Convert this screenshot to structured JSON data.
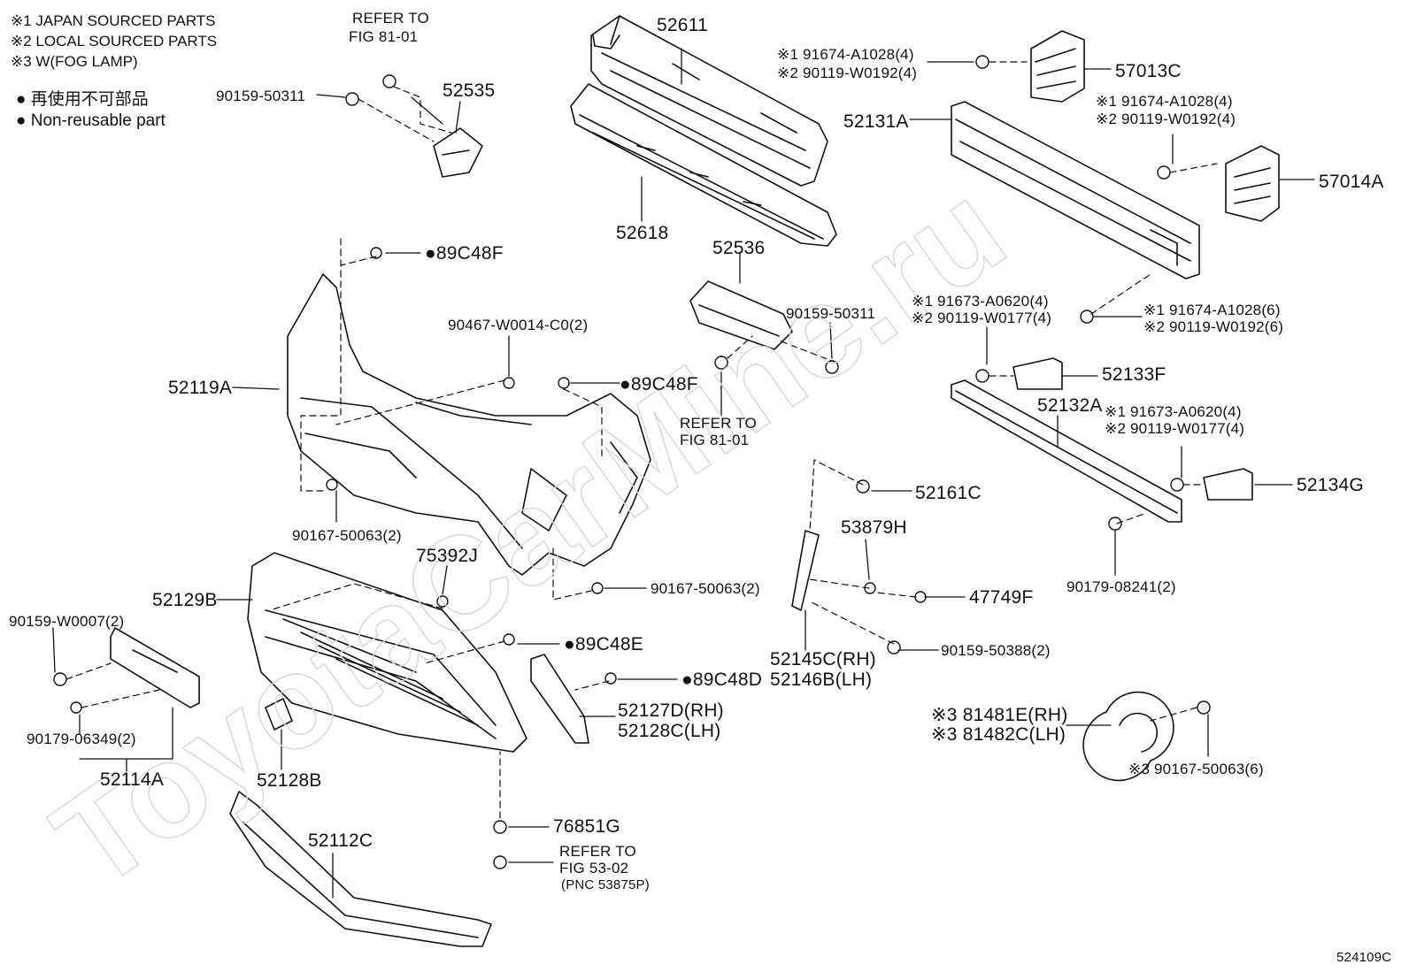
{
  "notes": {
    "n1": "※1 JAPAN SOURCED PARTS",
    "n2": "※2 LOCAL SOURCED PARTS",
    "n3": "※3 W(FOG LAMP)",
    "n4": "● 再使用不可部品",
    "n5": "● Non-reusable part"
  },
  "labels": {
    "refer1a": "REFER TO",
    "refer1b": "FIG 81-01",
    "p90159_50311_a": "90159-50311",
    "p52535": "52535",
    "p52611": "52611",
    "p52618": "52618",
    "p91674_top1": "※1 91674-A1028(4)",
    "p90119_top2": "※2 90119-W0192(4)",
    "p57013c": "57013C",
    "p52131a": "52131A",
    "p91674_r1": "※1 91674-A1028(4)",
    "p90119_r2": "※2 90119-W0192(4)",
    "p57014a": "57014A",
    "p89c48f_a": "●89C48F",
    "p52536": "52536",
    "p90467": "90467-W0014-C0(2)",
    "p90159_50311_b": "90159-50311",
    "p91673_a1": "※1 91673-A0620(4)",
    "p90119_a2": "※2 90119-W0177(4)",
    "p91674_b1": "※1 91674-A1028(6)",
    "p90119_b2": "※2 90119-W0192(6)",
    "p52119a": "52119A",
    "p89c48f_b": "●89C48F",
    "refer2a": "REFER TO",
    "refer2b": "FIG 81-01",
    "p52133f": "52133F",
    "p52132a": "52132A",
    "p91673_c1": "※1 91673-A0620(4)",
    "p90119_c2": "※2 90119-W0177(4)",
    "p52161c": "52161C",
    "p52134g": "52134G",
    "p90167_50063_2a": "90167-50063(2)",
    "p53879h": "53879H",
    "p75392j": "75392J",
    "p52129b": "52129B",
    "p90167_50063_2b": "90167-50063(2)",
    "p47749f": "47749F",
    "p90179_08241": "90179-08241(2)",
    "p90159_w0007": "90159-W0007(2)",
    "p89c48e": "●89C48E",
    "p90159_50388": "90159-50388(2)",
    "p52145c": "52145C(RH)",
    "p52146b": "52146B(LH)",
    "p89c48d": "●89C48D",
    "p81481e": "※3 81481E(RH)",
    "p81482c": "※3 81482C(LH)",
    "p52127d": "52127D(RH)",
    "p52128c": "52128C(LH)",
    "p90179_06349": "90179-06349(2)",
    "p52114a": "52114A",
    "p52128b": "52128B",
    "p90167_50063_6": "※3 90167-50063(6)",
    "p76851g": "76851G",
    "p52112c": "52112C",
    "refer3a": "REFER TO",
    "refer3b": "FIG 53-02",
    "refer3c": "(PNC 53875P)",
    "fig_id": "524109C"
  },
  "watermark": "ToyotaCarMine.ru"
}
